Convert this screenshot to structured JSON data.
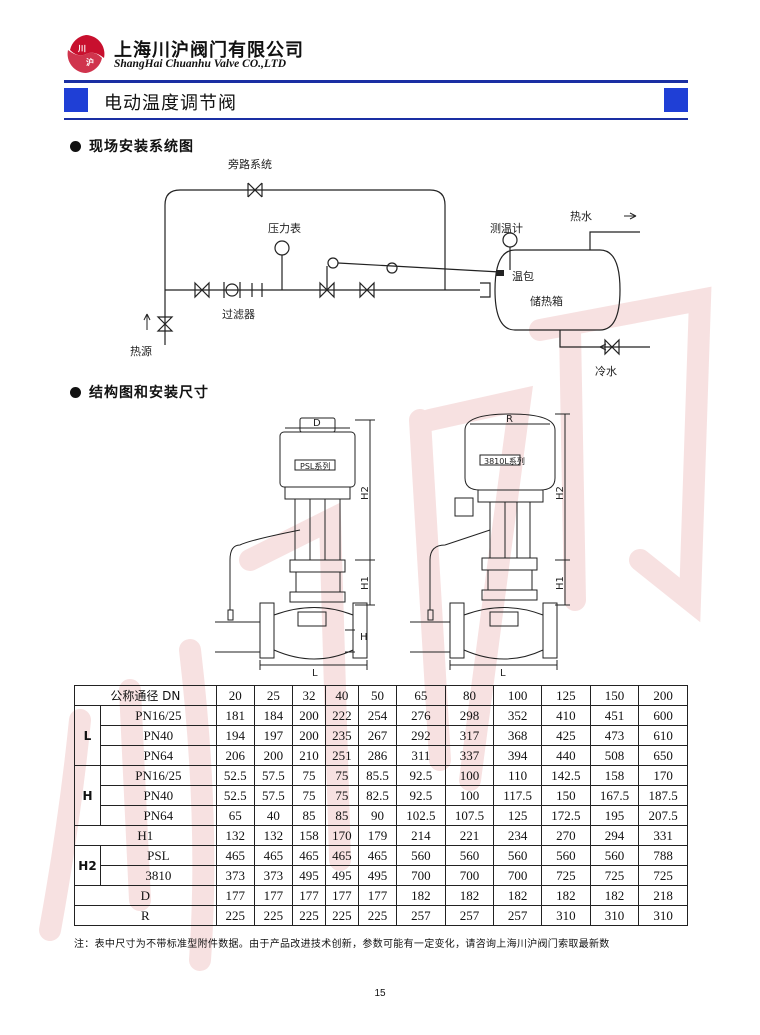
{
  "header": {
    "company_cn": "上海川沪阀门有限公司",
    "company_en": "ShangHai Chuanhu Valve CO.,LTD",
    "logo_text": "川沪"
  },
  "title": "电动温度调节阀",
  "sections": {
    "install": "现场安装系统图",
    "structure": "结构图和安装尺寸"
  },
  "install_diagram": {
    "bypass": "旁路系统",
    "pressure_gauge": "压力表",
    "thermometer": "测温计",
    "hot_water": "热水",
    "bulb": "温包",
    "tank": "储热箱",
    "filter": "过滤器",
    "heat_source": "热源",
    "cold_water": "冷水"
  },
  "structure_diagram": {
    "left_label": "PSL系列",
    "right_label": "3810L系列",
    "dim_D": "D",
    "dim_R": "R",
    "dim_H2": "H2",
    "dim_H1": "H1",
    "dim_H": "H",
    "dim_L": "L"
  },
  "table": {
    "header_label": "公称通径 DN",
    "dn": [
      "20",
      "25",
      "32",
      "40",
      "50",
      "65",
      "80",
      "100",
      "125",
      "150",
      "200"
    ],
    "groups": [
      {
        "group": "L",
        "rows": [
          {
            "label": "PN16/25",
            "values": [
              "181",
              "184",
              "200",
              "222",
              "254",
              "276",
              "298",
              "352",
              "410",
              "451",
              "600"
            ]
          },
          {
            "label": "PN40",
            "values": [
              "194",
              "197",
              "200",
              "235",
              "267",
              "292",
              "317",
              "368",
              "425",
              "473",
              "610"
            ]
          },
          {
            "label": "PN64",
            "values": [
              "206",
              "200",
              "210",
              "251",
              "286",
              "311",
              "337",
              "394",
              "440",
              "508",
              "650"
            ]
          }
        ]
      },
      {
        "group": "H",
        "rows": [
          {
            "label": "PN16/25",
            "values": [
              "52.5",
              "57.5",
              "75",
              "75",
              "85.5",
              "92.5",
              "100",
              "110",
              "142.5",
              "158",
              "170"
            ]
          },
          {
            "label": "PN40",
            "values": [
              "52.5",
              "57.5",
              "75",
              "75",
              "82.5",
              "92.5",
              "100",
              "117.5",
              "150",
              "167.5",
              "187.5"
            ]
          },
          {
            "label": "PN64",
            "values": [
              "65",
              "40",
              "85",
              "85",
              "90",
              "102.5",
              "107.5",
              "125",
              "172.5",
              "195",
              "207.5"
            ]
          }
        ]
      },
      {
        "group": "",
        "rows": [
          {
            "label": "H1",
            "values": [
              "132",
              "132",
              "158",
              "170",
              "179",
              "214",
              "221",
              "234",
              "270",
              "294",
              "331"
            ]
          }
        ]
      },
      {
        "group": "H2",
        "rows": [
          {
            "label": "PSL",
            "values": [
              "465",
              "465",
              "465",
              "465",
              "465",
              "560",
              "560",
              "560",
              "560",
              "560",
              "788"
            ]
          },
          {
            "label": "3810",
            "values": [
              "373",
              "373",
              "495",
              "495",
              "495",
              "700",
              "700",
              "700",
              "725",
              "725",
              "725"
            ]
          }
        ]
      },
      {
        "group": "",
        "rows": [
          {
            "label": "D",
            "values": [
              "177",
              "177",
              "177",
              "177",
              "177",
              "182",
              "182",
              "182",
              "182",
              "182",
              "218"
            ]
          }
        ]
      },
      {
        "group": "",
        "rows": [
          {
            "label": "R",
            "values": [
              "225",
              "225",
              "225",
              "225",
              "225",
              "257",
              "257",
              "257",
              "310",
              "310",
              "310"
            ]
          }
        ]
      }
    ]
  },
  "note": "注：表中尺寸为不带标准型附件数据。由于产品改进技术创新，参数可能有一定变化，请咨询上海川沪阀门索取最新数",
  "page_number": "15",
  "colors": {
    "accent_blue": "#1f3fd6",
    "rule_blue": "#1a2fa3",
    "logo_red": "#c8102e",
    "watermark": "#e8b8b8"
  }
}
